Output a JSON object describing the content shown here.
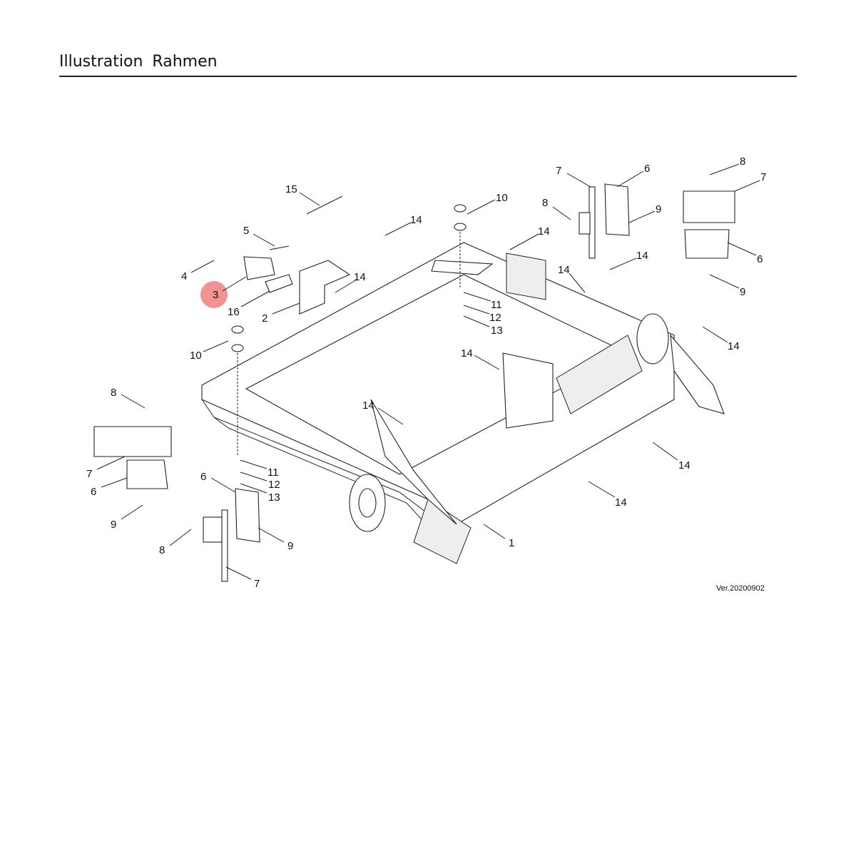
{
  "header": {
    "title": "Illustration Rahmen"
  },
  "version": "Ver.20200902",
  "highlight": {
    "callout": "3",
    "color": "#f08080"
  },
  "callouts": [
    "1",
    "2",
    "3",
    "4",
    "5",
    "6",
    "7",
    "8",
    "9",
    "10",
    "11",
    "12",
    "13",
    "14",
    "15",
    "16"
  ]
}
